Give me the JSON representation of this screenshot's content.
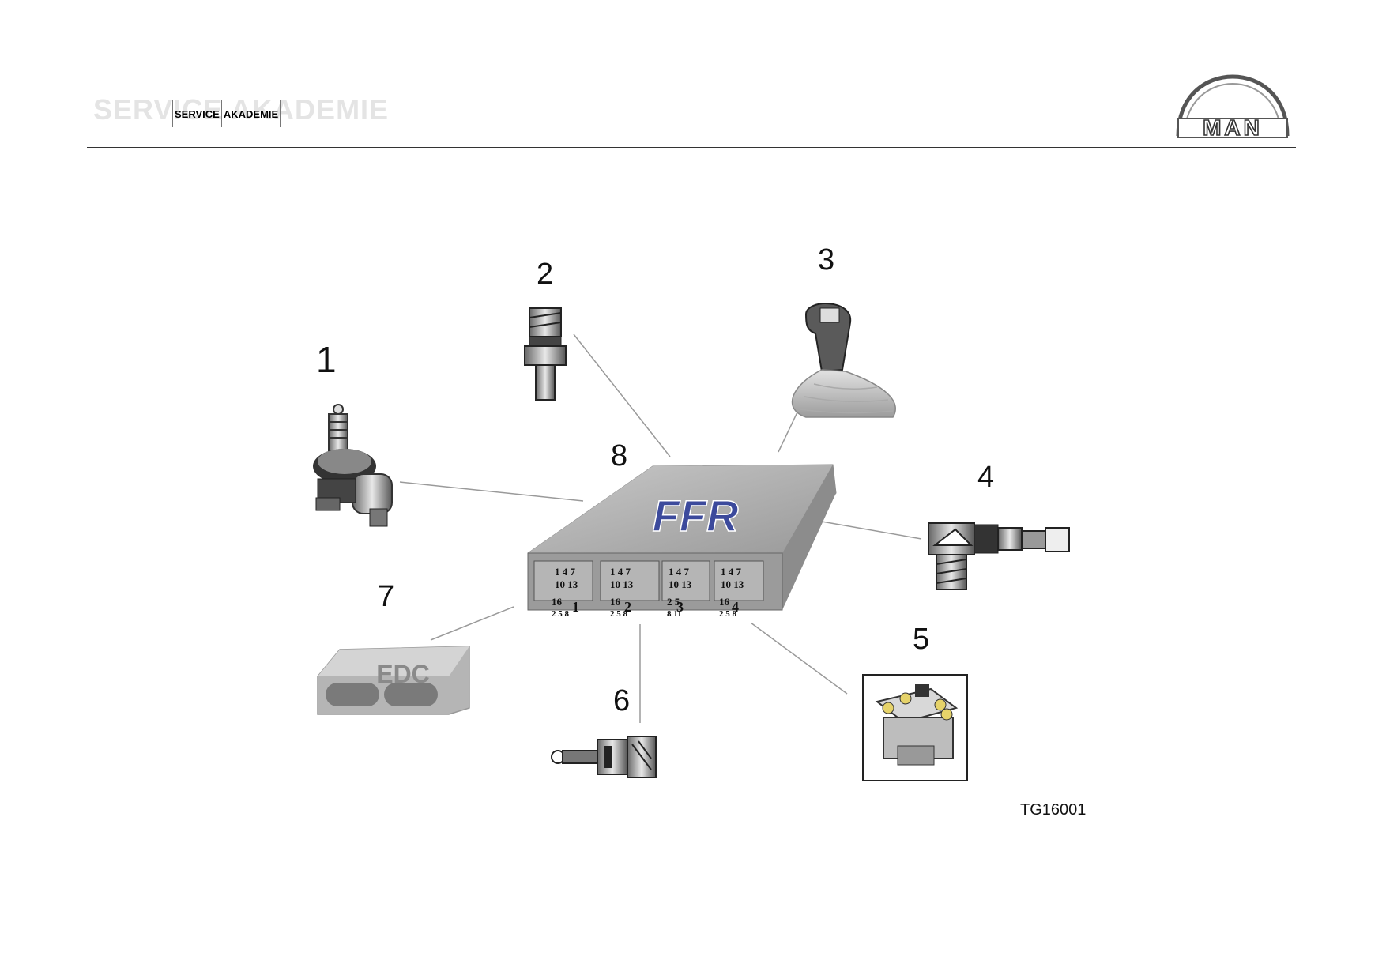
{
  "header": {
    "watermark": "SERVICE AKADEMIE",
    "badge_left": "SERVICE",
    "badge_right": "AKADEMIE",
    "logo_text": "MAN"
  },
  "diagram": {
    "callouts": [
      "1",
      "2",
      "3",
      "4",
      "5",
      "6",
      "7",
      "8"
    ],
    "ecu_logo": "FFR",
    "edc_label": "EDC",
    "connectors": [
      {
        "top": "1  4  7",
        "mid": "10 13",
        "low": "16",
        "bottom": "2  5  8",
        "id": "1"
      },
      {
        "top": "1  4  7",
        "mid": "10 13",
        "low": "16",
        "bottom": "2  5  8",
        "id": "2"
      },
      {
        "top": "1  4  7",
        "mid": "10 13",
        "low": "2  5",
        "bottom": "8  11",
        "id": "3"
      },
      {
        "top": "1  4  7",
        "mid": "10 13",
        "low": "16",
        "bottom": "2  5  8",
        "id": "4"
      }
    ],
    "figure_id": "TG16001"
  }
}
